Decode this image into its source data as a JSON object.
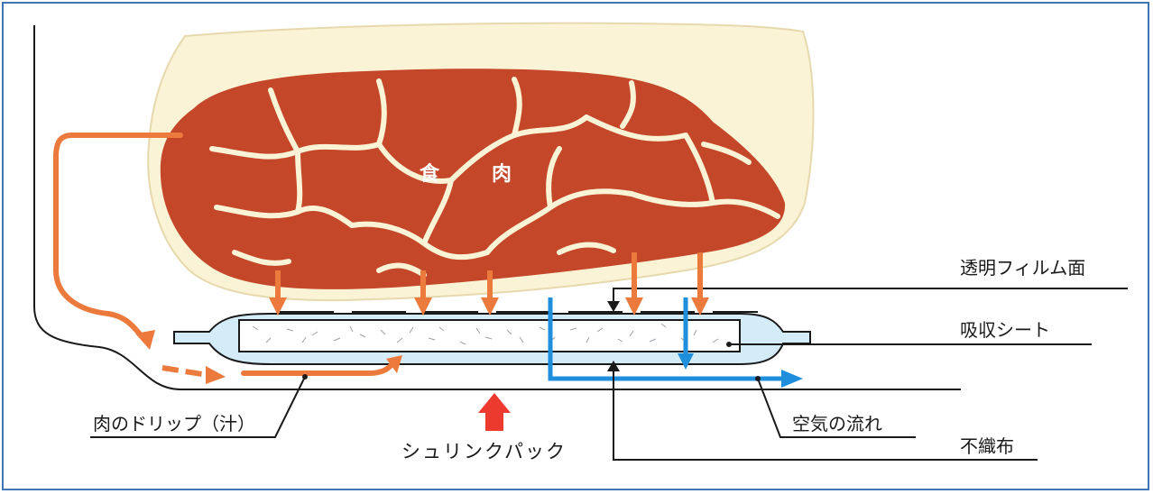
{
  "labels": {
    "meat": [
      "食",
      "肉"
    ],
    "film": "透明フィルム面",
    "sheet": "吸収シート",
    "drip": "肉のドリップ（汁）",
    "air": "空気の流れ",
    "shrink": "シュリンクパック",
    "nonwoven": "不織布"
  },
  "colors": {
    "meat": "#c5472a",
    "fat": "#fbf3d6",
    "drip_arrow": "#ec7a3c",
    "air_arrow": "#1f8fdc",
    "shrink_arrow": "#ec3b2e",
    "sheet_fill": "#d4ebf8",
    "frame": "#3f76b6"
  }
}
